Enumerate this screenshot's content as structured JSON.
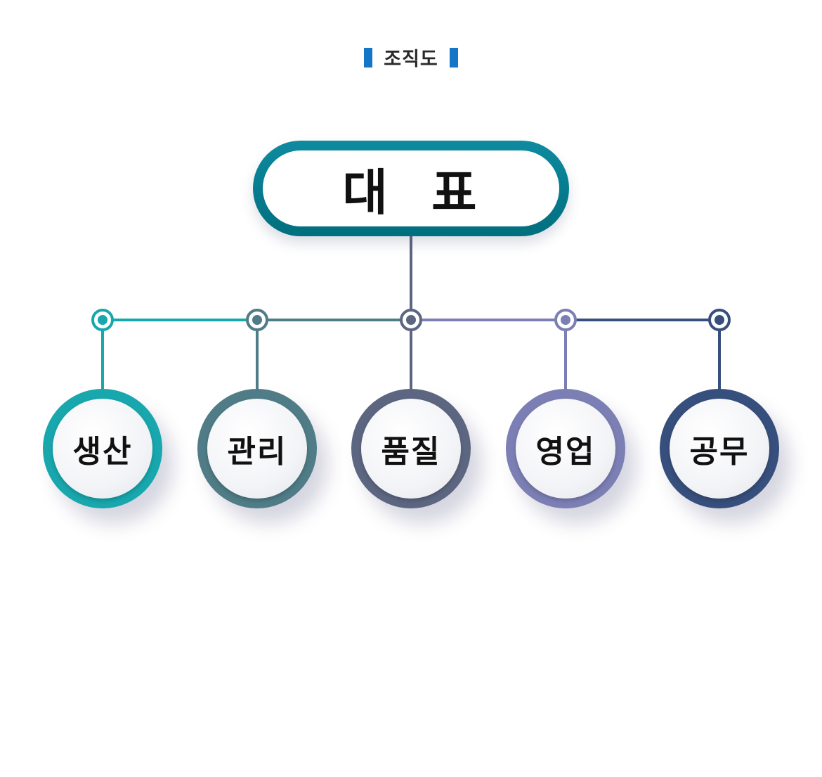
{
  "heading": {
    "title": "조직도",
    "accent_color": "#1576c8"
  },
  "ceo": {
    "label": "대 표",
    "color": "#007c8d"
  },
  "departments": [
    {
      "label": "생산",
      "color": "#17a7ad"
    },
    {
      "label": "관리",
      "color": "#4f7c86"
    },
    {
      "label": "품질",
      "color": "#5c6680"
    },
    {
      "label": "영업",
      "color": "#7b7fb4"
    },
    {
      "label": "공무",
      "color": "#374f7c"
    }
  ],
  "connector_colors": {
    "ceo_stem": "#5c6680",
    "segments": [
      "#17a7ad",
      "#4f7c86",
      "#7b7fb4",
      "#374f7c"
    ]
  }
}
